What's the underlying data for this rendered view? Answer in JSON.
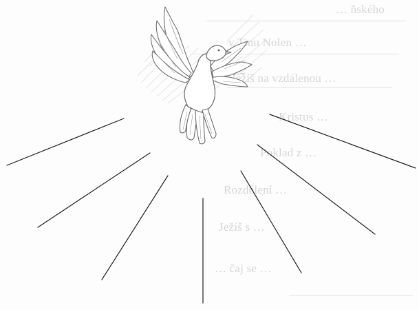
{
  "worksheet": {
    "illustration": "dove-with-sun-rays",
    "ray_count": 7,
    "ghost_text": [
      "… ňského",
      "v Tinu Nolen …",
      "Ježíš na vzdálenou …",
      "Kristus …",
      "Poklad z …",
      "Rozdělení …",
      "Ježíš s …",
      "… čaj se …"
    ]
  }
}
